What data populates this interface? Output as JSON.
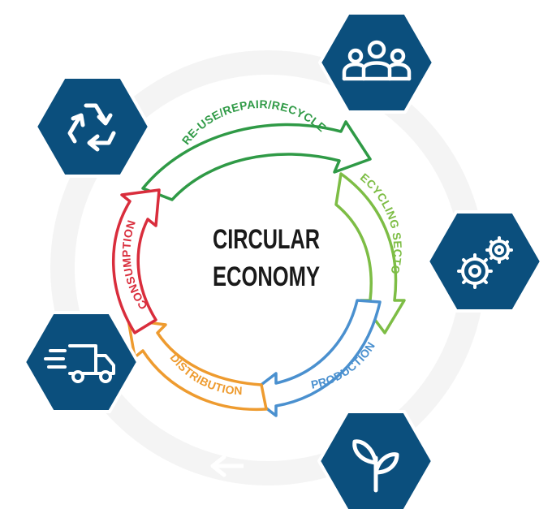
{
  "title_lines": [
    "CIRCULAR",
    "ECONOMY"
  ],
  "stages": [
    {
      "label": "RE-USE/REPAIR/RECYCLE",
      "color": "#2f9a46"
    },
    {
      "label": "RECYCLING SECTOR",
      "color": "#7dbd45"
    },
    {
      "label": "PRODUCTION",
      "color": "#4a90cf"
    },
    {
      "label": "DISTRIBUTION",
      "color": "#ee9b2f"
    },
    {
      "label": "CONSUMPTION",
      "color": "#d92d3c"
    }
  ],
  "icons": [
    {
      "name": "recycle-icon"
    },
    {
      "name": "people-icon"
    },
    {
      "name": "gears-icon"
    },
    {
      "name": "plant-icon"
    },
    {
      "name": "delivery-truck-icon"
    }
  ],
  "colors": {
    "hexagon": "#0b4f7d",
    "ring": "#ececec",
    "title": "#1a1a1a"
  }
}
